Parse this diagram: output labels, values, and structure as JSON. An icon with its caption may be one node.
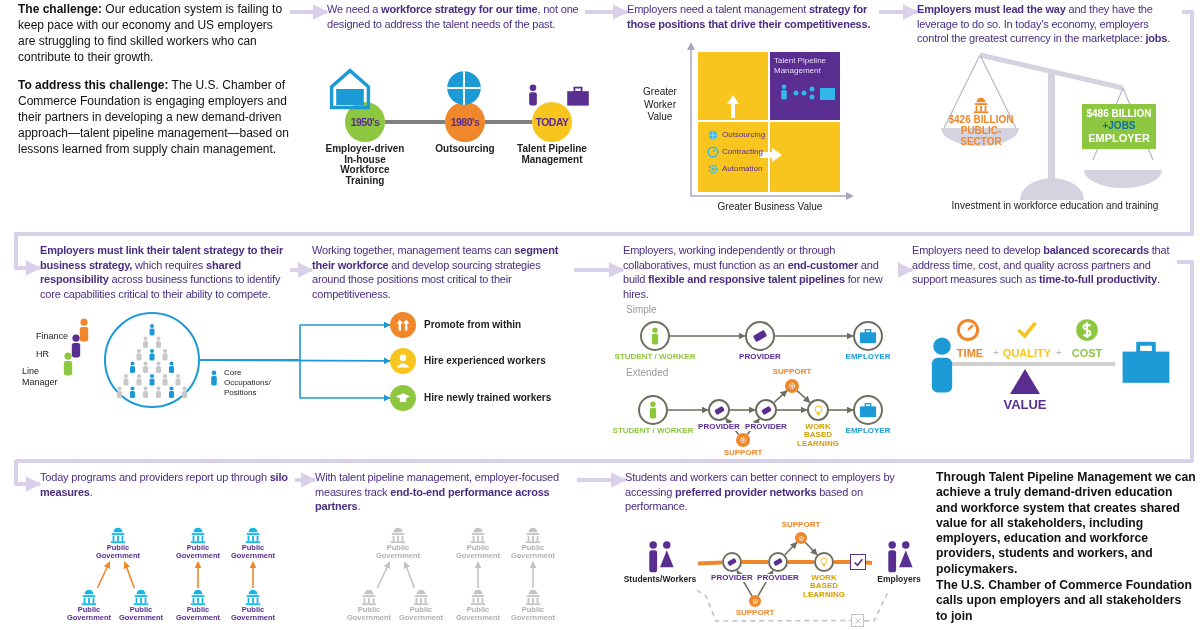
{
  "diagram": {
    "nodes": [
      {
        "text": [
          "**The challenge:** Our education system is failing to keep pace with our economy and US employers are struggling to find skilled workers who can contribute to their growth.",
          "**To address this challenge:** The U.S. Chamber of Commerce Foundation is engaging employers and their partners in developing a new demand-driven approach—talent pipeline management—based on lessons learned from supply chain management."
        ]
      },
      {
        "text": [
          "We need a **workforce strategy for our time**, not one designed to address the talent needs of the past."
        ]
      },
      {
        "text": [
          "1950's"
        ],
        "beside": [
          "Employer-driven In-house Workforce Training"
        ]
      },
      {
        "text": [
          "1980's"
        ],
        "beside": [
          "Outsourcing"
        ]
      },
      {
        "text": [
          "TODAY"
        ],
        "beside": [
          "Talent Pipeline Management"
        ]
      },
      {
        "text": [
          "Employers need a talent management **strategy for those positions that drive their competitiveness.**"
        ]
      },
      {
        "text": [
          "Talent Pipeline Management"
        ]
      },
      {
        "text": [
          "**Employers must lead the way** and they have the leverage to do so. In today’s economy, employers control the greatest currency in the marketplace: **jobs**."
        ]
      },
      {
        "text": [
          "$426 BILLION",
          "PUBLIC-SECTOR"
        ]
      },
      {
        "text": [
          "$486 BILLION",
          "+JOBS",
          "EMPLOYER"
        ]
      },
      {
        "text": [
          "**Employers must link their talent strategy to their business strategy,** which requires **shared responsibility** across business functions to identify core capabilities critical to their ability to compete."
        ]
      },
      {
        "text": [],
        "shape": "circle"
      },
      {
        "text": [
          "Working together, management teams can **segment their workforce** and develop sourcing strategies around those positions most critical to their competitiveness."
        ]
      },
      {
        "text": [],
        "shape": "circle",
        "beside": [
          "Promote from within"
        ]
      },
      {
        "text": [],
        "shape": "circle",
        "beside": [
          "Hire experienced workers"
        ]
      },
      {
        "text": [],
        "shape": "circle",
        "beside": [
          "Hire newly trained workers"
        ]
      },
      {
        "text": [
          "Employers, working independently or through collaboratives, must function as an **end-customer** and build **flexible and responsive talent pipelines** for new hires."
        ]
      },
      {
        "text": [],
        "shape": "circle",
        "beside": [
          "STUDENT / WORKER"
        ]
      },
      {
        "text": [],
        "shape": "circle",
        "beside": [
          "PROVIDER"
        ]
      },
      {
        "text": [],
        "shape": "circle",
        "beside": [
          "EMPLOYER"
        ]
      },
      {
        "text": [],
        "shape": "circle",
        "beside": [
          "STUDENT / WORKER"
        ]
      },
      {
        "text": [],
        "shape": "circle",
        "beside": [
          "PROVIDER"
        ]
      },
      {
        "text": [],
        "shape": "circle",
        "beside": [
          "PROVIDER"
        ]
      },
      {
        "text": [],
        "shape": "circle",
        "beside": [
          "WORK BASED LEARNING"
        ]
      },
      {
        "text": [],
        "shape": "circle",
        "beside": [
          "EMPLOYER"
        ]
      },
      {
        "text": [],
        "shape": "circle",
        "beside": [
          "SUPPORT"
        ]
      },
      {
        "text": [],
        "shape": "circle",
        "beside": [
          "SUPPORT"
        ]
      },
      {
        "text": [
          "Employers need to develop **balanced scorecards** that address time, cost, and quality across partners and support measures such as **time-to-full productivity**."
        ]
      },
      {
        "text": [
          "Today programs and providers report up through **silo measures**."
        ]
      },
      {
        "text": [
          "Public Government"
        ]
      },
      {
        "text": [
          "Public Government"
        ]
      },
      {
        "text": [
          "Public Government"
        ]
      },
      {
        "text": [
          "Public Government"
        ]
      },
      {
        "text": [
          "Public Government"
        ]
      },
      {
        "text": [
          "Public Government"
        ]
      },
      {
        "text": [
          "Public Government"
        ]
      },
      {
        "text": [
          "With talent pipeline management, employer-focused measures track **end-to-end performance across partners**."
        ]
      },
      {
        "text": [
          "Public Government"
        ]
      },
      {
        "text": [
          "Public Government"
        ]
      },
      {
        "text": [
          "Public Government"
        ]
      },
      {
        "text": [
          "Public Government"
        ]
      },
      {
        "text": [
          "Public Government"
        ]
      },
      {
        "text": [
          "Public Government"
        ]
      },
      {
        "text": [
          "Public Government"
        ]
      },
      {
        "text": [
          "Students and workers can better connect to employers by accessing **preferred provider networks** based on performance."
        ]
      },
      {
        "text": [
          "Students/Workers"
        ]
      },
      {
        "text": [],
        "shape": "circle",
        "beside": [
          "PROVIDER"
        ]
      },
      {
        "text": [],
        "shape": "circle",
        "beside": [
          "PROVIDER"
        ]
      },
      {
        "text": [],
        "shape": "circle",
        "beside": [
          "WORK BASED LEARNING"
        ]
      },
      {
        "text": [],
        "shape": "box"
      },
      {
        "text": [
          "Employers"
        ]
      },
      {
        "text": [],
        "shape": "circle",
        "beside": [
          "SUPPORT"
        ]
      },
      {
        "text": [],
        "shape": "circle",
        "beside": [
          "SUPPORT"
        ]
      },
      {
        "text": [],
        "shape": "box"
      }
    ],
    "edges": [
      {
        "from": 0,
        "to": 1,
        "arrow": "to",
        "style": "thick",
        "color": "#d9d1ea"
      },
      {
        "from": 1,
        "to": 5,
        "arrow": "to",
        "style": "thick",
        "color": "#d9d1ea"
      },
      {
        "from": 5,
        "to": 7,
        "arrow": "to",
        "style": "thick",
        "color": "#d9d1ea"
      },
      {
        "from": 7,
        "to": 10,
        "arrow": "to",
        "style": "thick",
        "color": "#d9d1ea"
      },
      {
        "from": 10,
        "to": 12,
        "arrow": "to",
        "style": "thick",
        "color": "#d9d1ea"
      },
      {
        "from": 12,
        "to": 16,
        "arrow": "to",
        "style": "thick",
        "color": "#d9d1ea"
      },
      {
        "from": 16,
        "to": 27,
        "arrow": "to",
        "style": "thick",
        "color": "#d9d1ea"
      },
      {
        "from": 27,
        "to": 28,
        "arrow": "to",
        "style": "thick",
        "color": "#d9d1ea"
      },
      {
        "from": 28,
        "to": 36,
        "arrow": "to",
        "style": "thick",
        "color": "#d9d1ea"
      },
      {
        "from": 36,
        "to": 44,
        "arrow": "to",
        "style": "thick",
        "color": "#d9d1ea"
      },
      {
        "from": 2,
        "to": 3,
        "arrow": "none",
        "style": "thick",
        "color": "#808080"
      },
      {
        "from": 3,
        "to": 4,
        "arrow": "none",
        "style": "thick",
        "color": "#808080"
      },
      {
        "from": 11,
        "to": 13,
        "arrow": "to",
        "color": "#1c9ad6"
      },
      {
        "from": 11,
        "to": 14,
        "arrow": "to",
        "color": "#1c9ad6"
      },
      {
        "from": 11,
        "to": 15,
        "arrow": "to",
        "color": "#1c9ad6"
      },
      {
        "from": 17,
        "to": 18,
        "arrow": "to"
      },
      {
        "from": 18,
        "to": 19,
        "arrow": "to"
      },
      {
        "from": 20,
        "to": 21,
        "arrow": "to"
      },
      {
        "from": 21,
        "to": 22,
        "arrow": "to"
      },
      {
        "from": 22,
        "to": 23,
        "arrow": "to"
      },
      {
        "from": 23,
        "to": 24,
        "arrow": "to"
      },
      {
        "from": 22,
        "to": 25,
        "arrow": "to"
      },
      {
        "from": 25,
        "to": 23,
        "arrow": "to"
      },
      {
        "from": 26,
        "to": 21,
        "arrow": "to"
      },
      {
        "from": 26,
        "to": 22,
        "arrow": "to"
      },
      {
        "from": 32,
        "to": 29,
        "arrow": "to",
        "color": "#f0872a"
      },
      {
        "from": 33,
        "to": 29,
        "arrow": "to",
        "color": "#f0872a"
      },
      {
        "from": 34,
        "to": 30,
        "arrow": "to",
        "color": "#f0872a"
      },
      {
        "from": 35,
        "to": 31,
        "arrow": "to",
        "color": "#f0872a"
      },
      {
        "from": 40,
        "to": 37,
        "arrow": "to",
        "color": "#c4c4c4"
      },
      {
        "from": 41,
        "to": 37,
        "arrow": "to",
        "color": "#c4c4c4"
      },
      {
        "from": 42,
        "to": 38,
        "arrow": "to",
        "color": "#c4c4c4"
      },
      {
        "from": 43,
        "to": 39,
        "arrow": "to",
        "color": "#c4c4c4"
      },
      {
        "from": 45,
        "to": 46,
        "arrow": "none",
        "style": "thick",
        "color": "#f0872a"
      },
      {
        "from": 46,
        "to": 47,
        "arrow": "none",
        "style": "thick",
        "color": "#f0872a"
      },
      {
        "from": 47,
        "to": 48,
        "arrow": "none",
        "style": "thick",
        "color": "#f0872a"
      },
      {
        "from": 48,
        "to": 49,
        "arrow": "none",
        "style": "thick",
        "color": "#f0872a"
      },
      {
        "from": 49,
        "to": 50,
        "arrow": "none",
        "style": "thick",
        "color": "#f0872a"
      },
      {
        "from": 47,
        "to": 51,
        "arrow": "to"
      },
      {
        "from": 51,
        "to": 48,
        "arrow": "to"
      },
      {
        "from": 52,
        "to": 46,
        "arrow": "to"
      },
      {
        "from": 52,
        "to": 47,
        "arrow": "to"
      },
      {
        "from": 45,
        "to": 53,
        "arrow": "none",
        "style": "dashed",
        "color": "#c4c4c4"
      },
      {
        "from": 53,
        "to": 50,
        "arrow": "none",
        "style": "dashed",
        "color": "#c4c4c4"
      }
    ],
    "labels": [
      "Greater Worker Value",
      "Outsourcing",
      "Contracting",
      "Automation",
      "Greater Business Value",
      "Investment in workforce education and training",
      "Finance",
      "HR",
      "Line Manager",
      "Core Occupations/ Positions",
      "Simple",
      "Extended",
      "TIME",
      "+",
      "QUALITY",
      "+",
      "COST",
      "VALUE",
      "Through Talent Pipeline Management we can achieve a truly demand-driven education and workforce system that creates shared value for all stakeholders, including employers, education and workforce providers, students and workers, and policymakers.",
      "The U.S. Chamber of Commerce Foundation calls upon employers and all stakeholders to join"
    ]
  }
}
